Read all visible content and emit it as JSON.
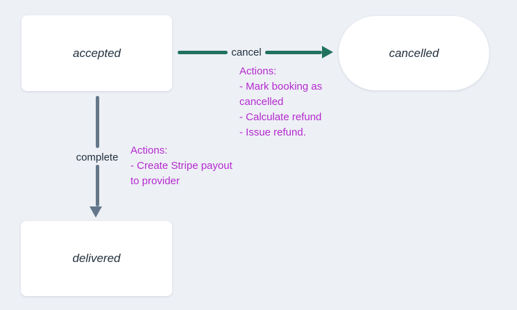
{
  "diagram": {
    "type": "state-diagram",
    "colors": {
      "background": "#edf0f5",
      "node_fill": "#ffffff",
      "node_text": "#22303e",
      "cancel_edge": "#21715f",
      "complete_edge": "#64778a",
      "annotation_text": "#b52ad0"
    },
    "nodes": [
      {
        "id": "accepted",
        "label": "accepted",
        "shape": "rounded-rect"
      },
      {
        "id": "cancelled",
        "label": "cancelled",
        "shape": "stadium"
      },
      {
        "id": "delivered",
        "label": "delivered",
        "shape": "rounded-rect"
      }
    ],
    "edges": [
      {
        "from": "accepted",
        "to": "cancelled",
        "label": "cancel",
        "color": "#21715f",
        "direction": "right"
      },
      {
        "from": "accepted",
        "to": "delivered",
        "label": "complete",
        "color": "#64778a",
        "direction": "down"
      }
    ],
    "annotations": [
      {
        "attached_to": "cancel",
        "lines": [
          "Actions:",
          "- Mark booking as",
          "cancelled",
          "- Calculate refund",
          "- Issue refund."
        ]
      },
      {
        "attached_to": "complete",
        "lines": [
          "Actions:",
          "- Create Stripe payout",
          "to provider"
        ]
      }
    ]
  }
}
